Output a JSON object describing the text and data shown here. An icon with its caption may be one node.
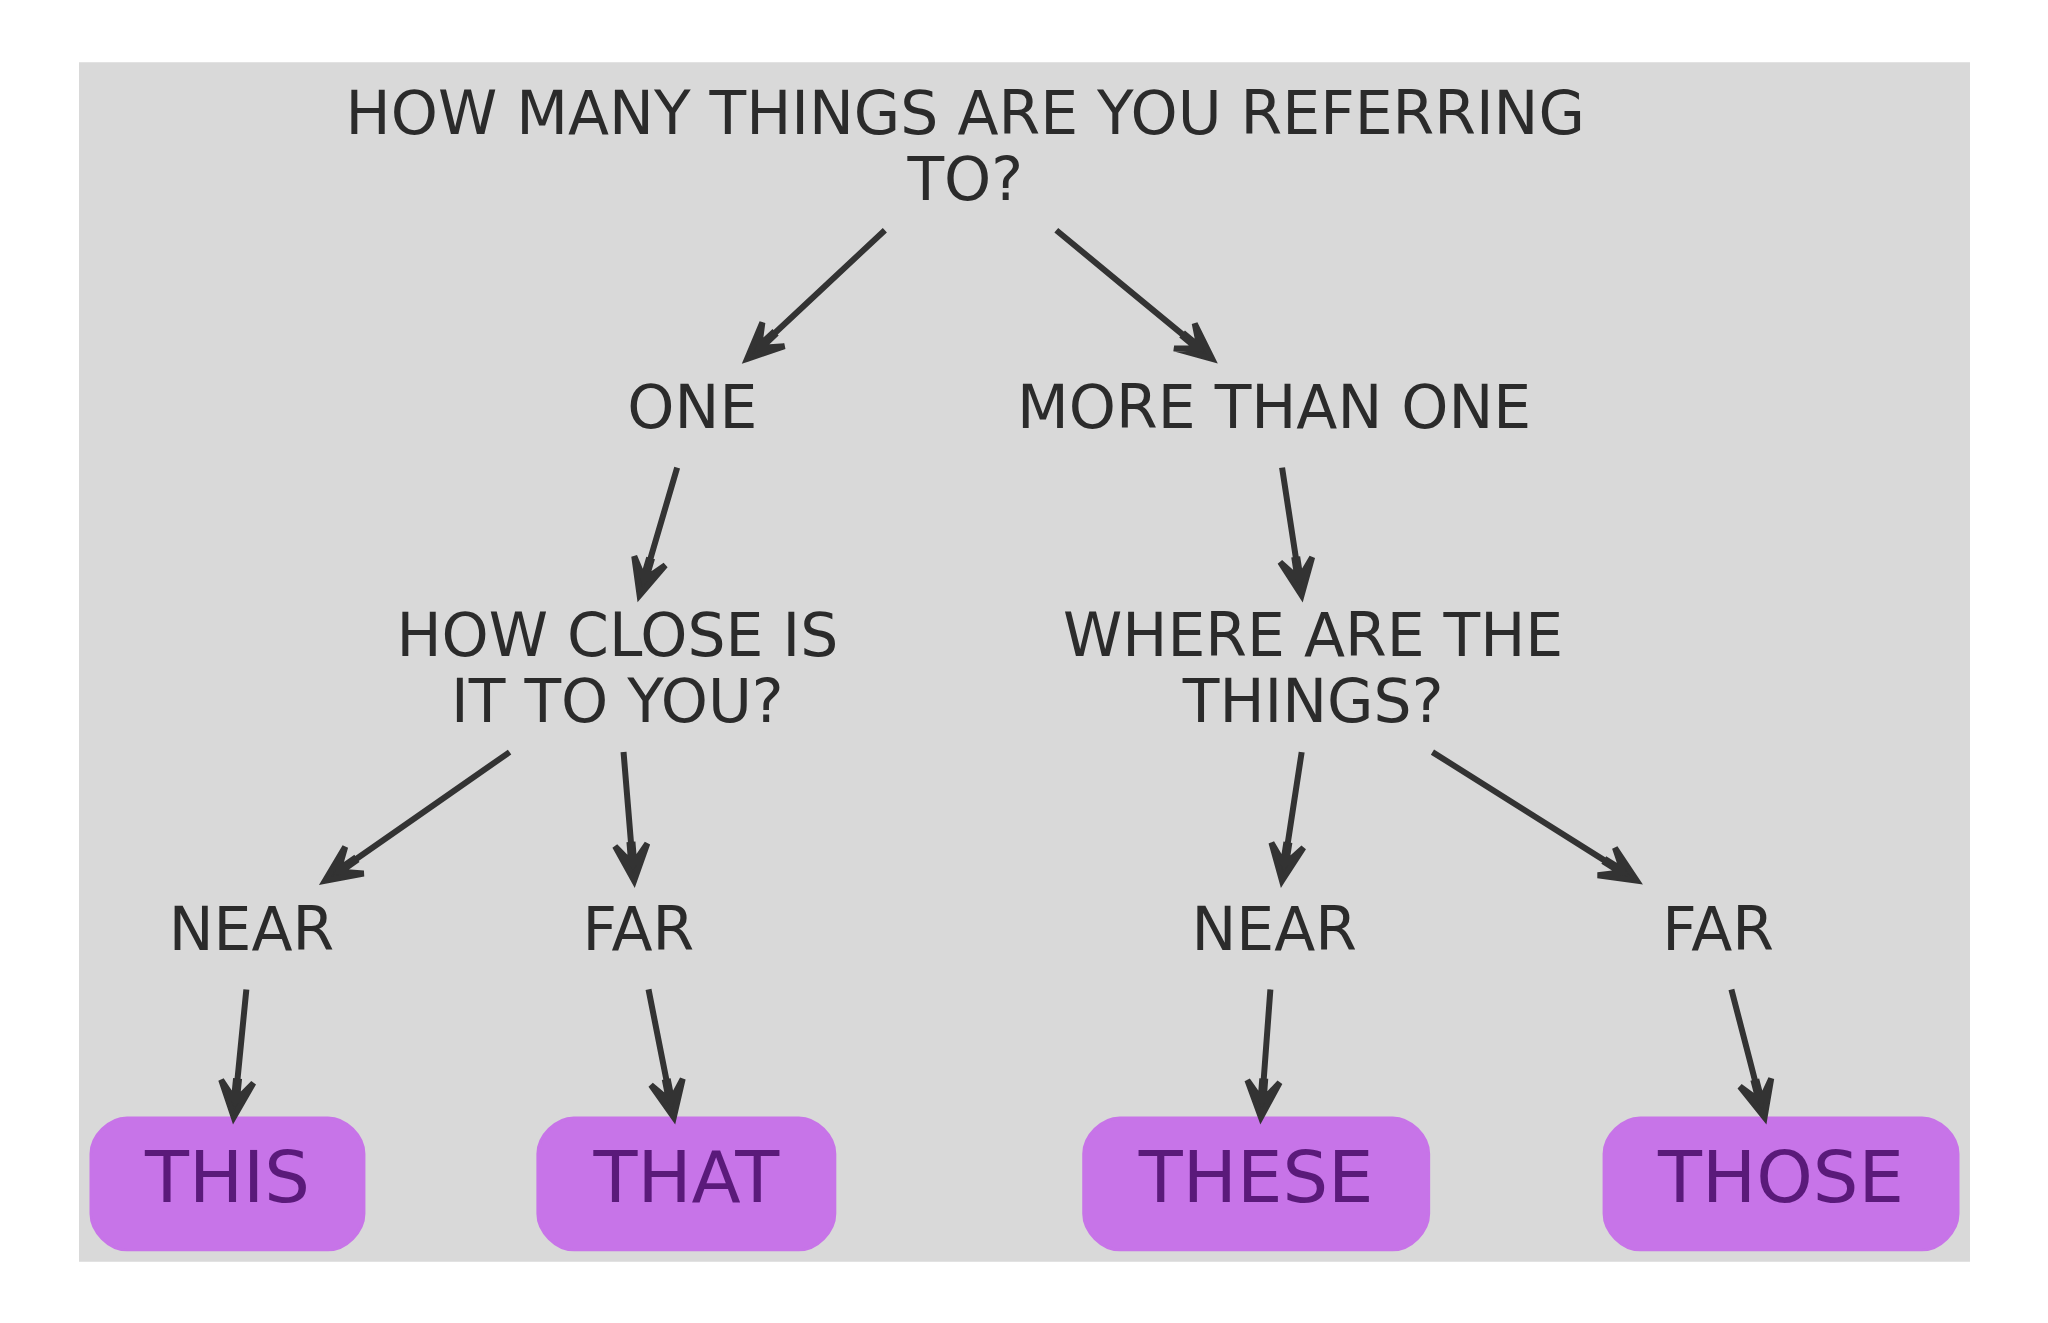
{
  "diagram": {
    "nodes": [
      {
        "text": [
          "HOW MANY THINGS ARE YOU REFERRING TO?"
        ]
      },
      {
        "text": [
          "ONE"
        ]
      },
      {
        "text": [
          "MORE THAN ONE"
        ]
      },
      {
        "text": [
          "HOW CLOSE IS IT TO YOU?"
        ]
      },
      {
        "text": [
          "WHERE ARE THE THINGS?"
        ]
      },
      {
        "text": [
          "NEAR"
        ]
      },
      {
        "text": [
          "FAR"
        ]
      },
      {
        "text": [
          "NEAR"
        ]
      },
      {
        "text": [
          "FAR"
        ]
      },
      {
        "text": [
          "THIS"
        ]
      },
      {
        "text": [
          "THAT"
        ]
      },
      {
        "text": [
          "THESE"
        ]
      },
      {
        "text": [
          "THOSE"
        ]
      }
    ],
    "edges": [
      {
        "from": 0,
        "to": 1,
        "arrow": "to"
      },
      {
        "from": 0,
        "to": 2,
        "arrow": "to"
      },
      {
        "from": 1,
        "to": 3,
        "arrow": "to"
      },
      {
        "from": 2,
        "to": 4,
        "arrow": "to"
      },
      {
        "from": 3,
        "to": 5,
        "arrow": "to"
      },
      {
        "from": 3,
        "to": 6,
        "arrow": "to"
      },
      {
        "from": 4,
        "to": 7,
        "arrow": "to"
      },
      {
        "from": 4,
        "to": 8,
        "arrow": "to"
      },
      {
        "from": 5,
        "to": 9,
        "arrow": "to"
      },
      {
        "from": 6,
        "to": 10,
        "arrow": "to"
      },
      {
        "from": 7,
        "to": 11,
        "arrow": "to"
      },
      {
        "from": 8,
        "to": 12,
        "arrow": "to"
      }
    ]
  }
}
